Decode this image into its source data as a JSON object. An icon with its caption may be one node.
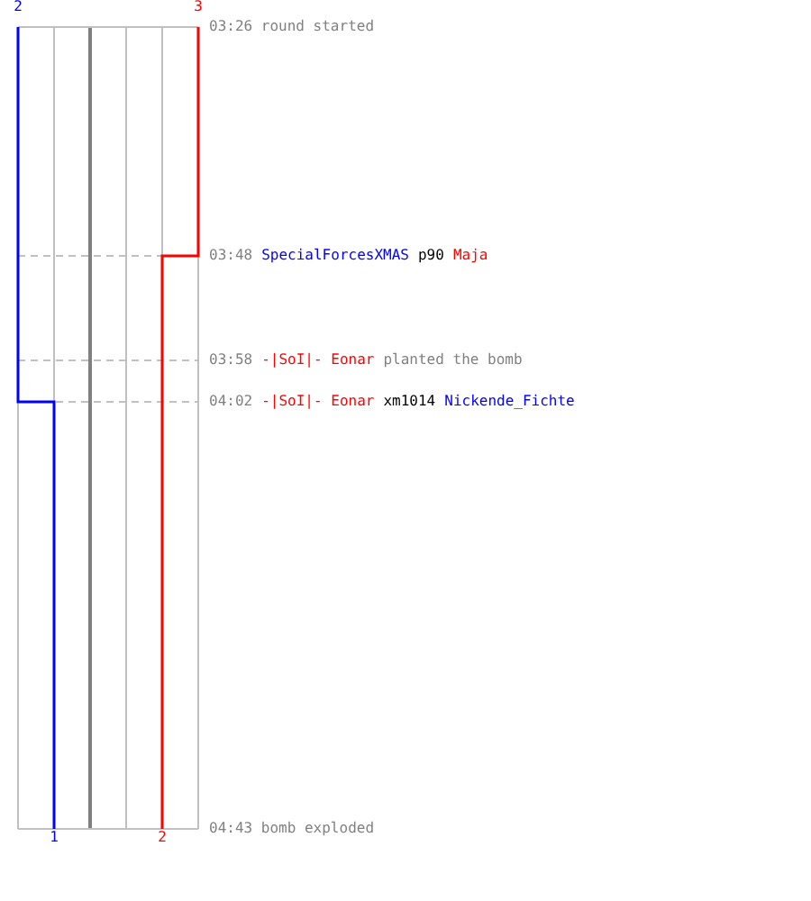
{
  "diagram": {
    "labels": [
      "2",
      "3",
      "03:26 round started",
      "03:48",
      "SpecialForcesXMAS",
      "p90",
      "Maja",
      "03:58",
      "-|SoI|- Eonar",
      "planted the bomb",
      "04:02",
      "-|SoI|- Eonar",
      "xm1014",
      "Nickende_Fichte",
      "1",
      "2",
      "04:43 bomb exploded"
    ]
  }
}
